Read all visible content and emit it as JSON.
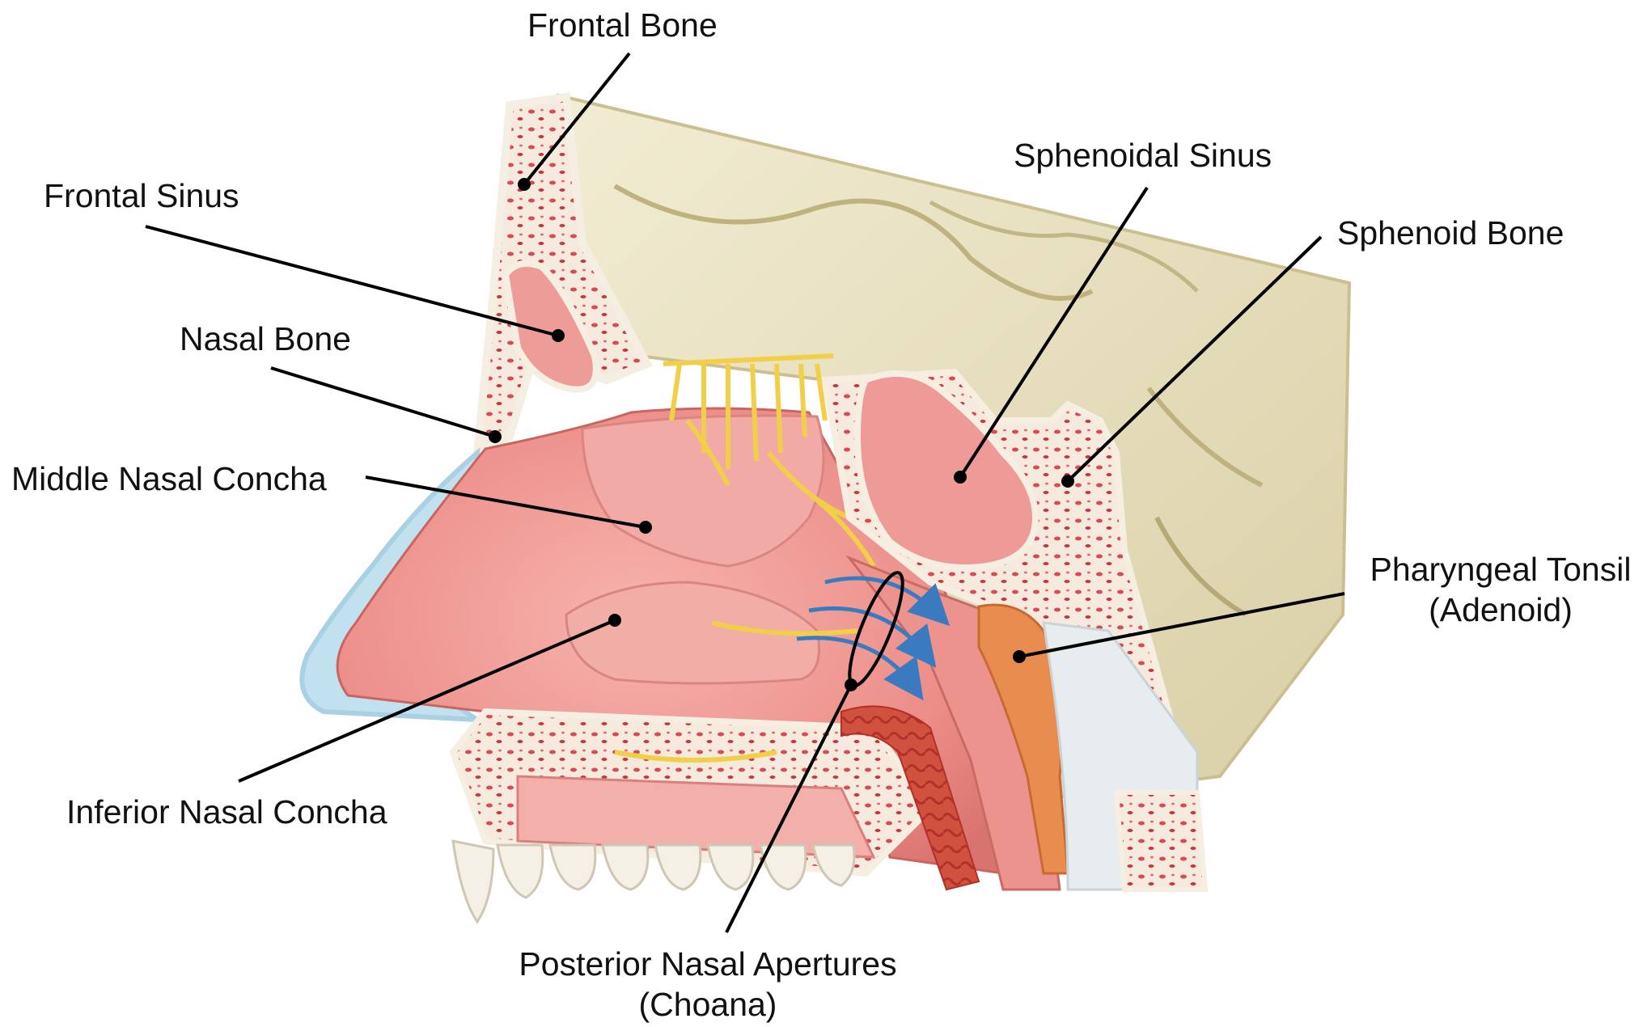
{
  "labels": {
    "frontal_bone": "Frontal Bone",
    "frontal_sinus": "Frontal Sinus",
    "nasal_bone": "Nasal Bone",
    "middle_nasal_concha": "Middle Nasal Concha",
    "inferior_nasal_concha": "Inferior Nasal Concha",
    "sphenoidal_sinus": "Sphenoidal Sinus",
    "sphenoid_bone": "Sphenoid Bone",
    "pharyngeal_tonsil": "Pharyngeal Tonsil",
    "pharyngeal_tonsil_alt": "(Adenoid)",
    "posterior_nasal_apertures": "Posterior Nasal Apertures",
    "posterior_nasal_apertures_alt": "(Choana)"
  },
  "colors": {
    "leader_line": "#000000",
    "airflow_arrow": "#3a7bbf",
    "mucosa": "#ef9a95",
    "bone": "#f3ead2",
    "cartilage_blue": "#bfe0ef",
    "nerve_yellow": "#f2cf49",
    "tonsil_orange": "#e98c4f"
  }
}
